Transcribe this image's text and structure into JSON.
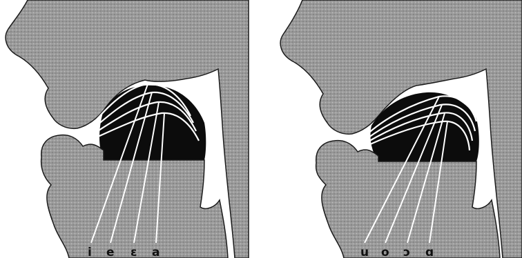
{
  "figure": {
    "panels": [
      {
        "id": "front",
        "tongue_positions": 4,
        "vowel_labels": [
          "i",
          "e",
          "ɛ",
          "a"
        ]
      },
      {
        "id": "back",
        "tongue_positions": 4,
        "vowel_labels": [
          "u",
          "o",
          "ɔ",
          "ɑ"
        ]
      }
    ]
  },
  "colors": {
    "tissue": "#9a9a9a",
    "tissue_outline": "#1a1a1a",
    "cavity": "#0c0c0c",
    "airway": "#ffffff",
    "tongue_lines": "#ffffff",
    "background": "#ffffff"
  }
}
